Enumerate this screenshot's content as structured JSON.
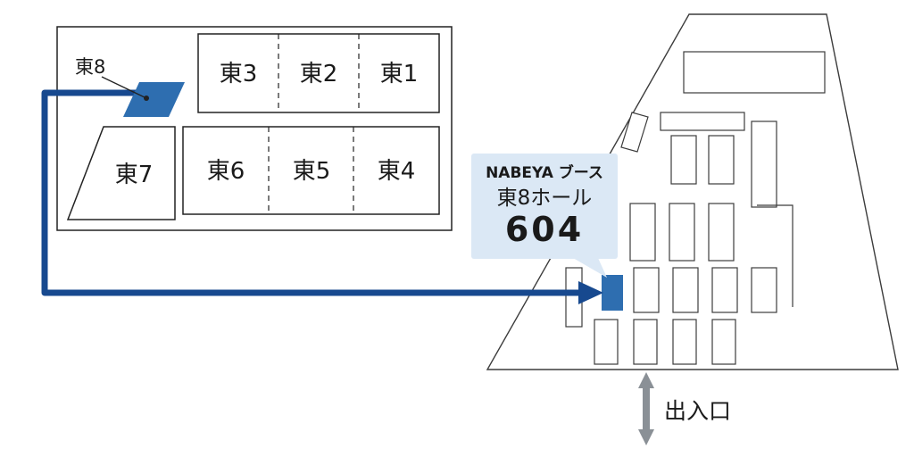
{
  "colors": {
    "hall_fill_blue": "#2e6eb0",
    "route_arrow_blue": "#17498f",
    "callout_bg": "#dbe8f5",
    "callout_blue": "#1d5dab",
    "entrance_arrow_gray": "#8a9096",
    "outline_dark": "#333333"
  },
  "overview_map": {
    "hall8_label": "東8",
    "top_row_halls": [
      "東3",
      "東2",
      "東1"
    ],
    "hall7_label": "東7",
    "bottom_row_halls": [
      "東6",
      "東5",
      "東4"
    ]
  },
  "booth_callout": {
    "company_line": "NABEYA ブース",
    "hall_line": "東8ホール",
    "booth_number": "604"
  },
  "entrance": {
    "label": "出入口"
  }
}
